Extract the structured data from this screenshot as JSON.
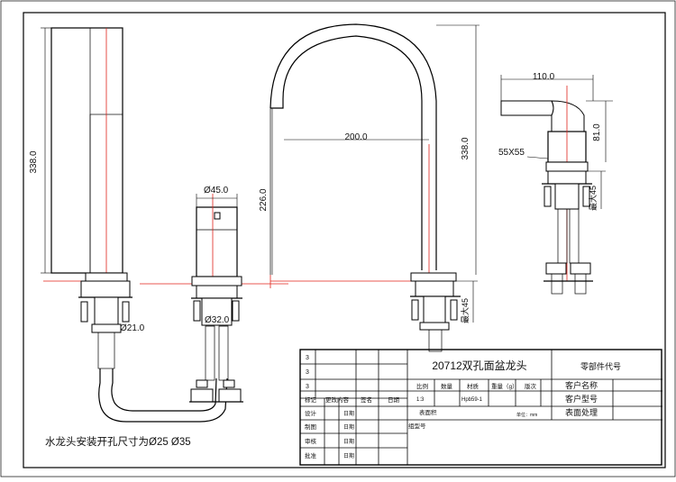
{
  "drawing": {
    "dimensions": {
      "spout_height": "338.0",
      "spout_top_hole": "Ø21.0",
      "handle_top_dia": "Ø45.0",
      "handle_base_dia": "Ø32.0",
      "body_reach": "200.0",
      "body_height": "338.0",
      "body_height_inner": "226.0",
      "body_bottom_max": "最大45",
      "side_width": "110.0",
      "side_height": "81.0",
      "side_square": "55X55",
      "side_max": "最大45"
    },
    "note": "水龙头安装开孔尺寸为Ø25    Ø35"
  },
  "title_block": {
    "product_name": "20712双孔面盆龙头",
    "part_code_label": "零部件代号",
    "customer_name_label": "客户名称",
    "customer_model_label": "客户型号",
    "surface_label": "表面处理",
    "row_numbers": [
      "3",
      "3",
      "3"
    ],
    "headers": {
      "scale": "比例",
      "quantity": "数量",
      "material": "材质",
      "weight": "重量（g）",
      "revision": "版次"
    },
    "values": {
      "scale": "1:3",
      "material": "Hpb59-1",
      "unit": "单位：mm"
    },
    "mark_labels": {
      "mark": "标记",
      "change_content": "更改内容",
      "sign": "签名",
      "date": "日期"
    },
    "roles": [
      "设计",
      "制图",
      "审核",
      "批准"
    ],
    "date_label": "日期",
    "surface_roughness": "表面积",
    "drawing_no": "组型号"
  }
}
